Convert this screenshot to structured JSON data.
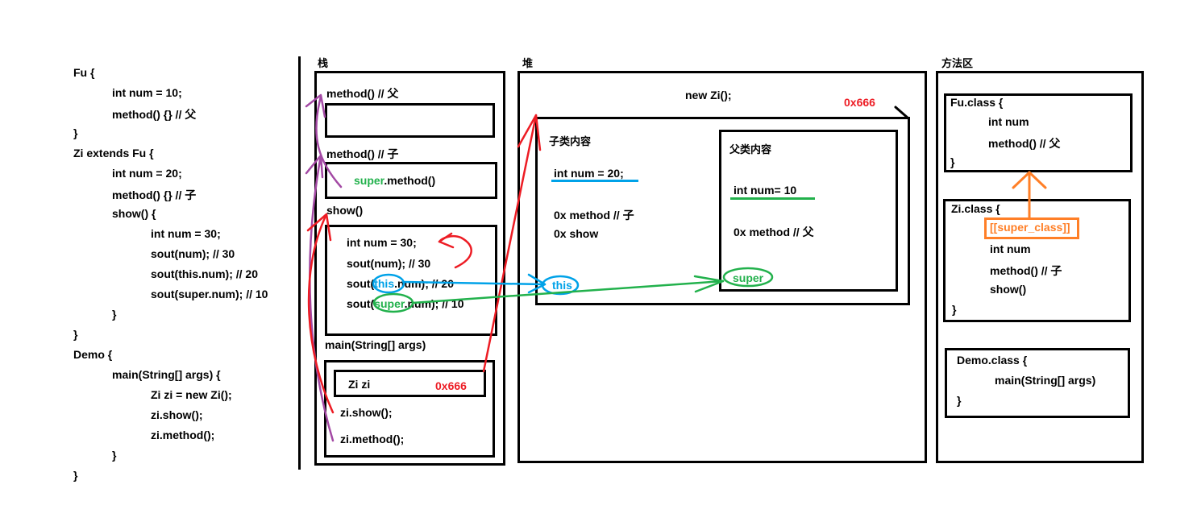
{
  "code": {
    "lines": [
      {
        "indent": 0,
        "text": "Fu {"
      },
      {
        "indent": 1,
        "text": "int num = 10;"
      },
      {
        "indent": 1,
        "text": "method() {} // 父"
      },
      {
        "indent": 0,
        "text": "}"
      },
      {
        "indent": 0,
        "text": "Zi extends Fu {"
      },
      {
        "indent": 1,
        "text": "int num = 20;"
      },
      {
        "indent": 1,
        "text": "method() {} // 子"
      },
      {
        "indent": 1,
        "text": "show() {"
      },
      {
        "indent": 2,
        "text": "int num = 30;"
      },
      {
        "indent": 2,
        "text": "sout(num); // 30"
      },
      {
        "indent": 2,
        "text": "sout(this.num); // 20"
      },
      {
        "indent": 2,
        "text": "sout(super.num); // 10"
      },
      {
        "indent": 1,
        "text": "}"
      },
      {
        "indent": 0,
        "text": "}"
      },
      {
        "indent": 0,
        "text": "Demo {"
      },
      {
        "indent": 1,
        "text": "main(String[] args) {"
      },
      {
        "indent": 2,
        "text": "Zi zi = new Zi();"
      },
      {
        "indent": 2,
        "text": "zi.show();"
      },
      {
        "indent": 2,
        "text": "zi.method();"
      },
      {
        "indent": 1,
        "text": "}"
      },
      {
        "indent": 0,
        "text": " }"
      }
    ]
  },
  "stack": {
    "title": "栈",
    "frame_method_fu": "method() // 父",
    "frame_method_zi": "method() // 子",
    "super_keyword": "super",
    "super_call_rest": ".method()",
    "frame_show": "show()",
    "show_lines": {
      "line1": "int num = 30;",
      "line2": "sout(num); // 30",
      "line3_prefix": "sout(",
      "line3_kw": "this",
      "line3_suffix": ".num); // 20",
      "line4_prefix": "sout(",
      "line4_kw": "super",
      "line4_suffix": ".num); // 10"
    },
    "frame_main": "main(String[] args)",
    "var_label": "Zi zi",
    "var_value": "0x666",
    "call_show": "zi.show();",
    "call_method": "zi.method();"
  },
  "heap": {
    "title": "堆",
    "new_label": "new Zi();",
    "address": "0x666",
    "child_title": "子类内容",
    "child_field": "int num = 20;",
    "child_method": "0x method // 子",
    "child_show": "0x show",
    "this_label": "this",
    "parent_title": "父类内容",
    "parent_field": "int num= 10",
    "parent_method": "0x method // 父",
    "super_label": "super"
  },
  "method_area": {
    "title": "方法区",
    "fu_class": {
      "header": "Fu.class {",
      "field": "int num",
      "method": "method() // 父",
      "close": "}"
    },
    "zi_class": {
      "header": "Zi.class {",
      "super_ref": "[[super_class]]",
      "field": "int num",
      "method": "method() // 子",
      "show": "show()",
      "close": "}"
    },
    "demo_class": {
      "header": "Demo.class {",
      "method": "main(String[] args)",
      "close": "}"
    }
  },
  "colors": {
    "red": "#ed1c24",
    "green": "#22b14c",
    "blue": "#00a2e8",
    "orange": "#ff7f27",
    "purple": "#a349a4"
  }
}
